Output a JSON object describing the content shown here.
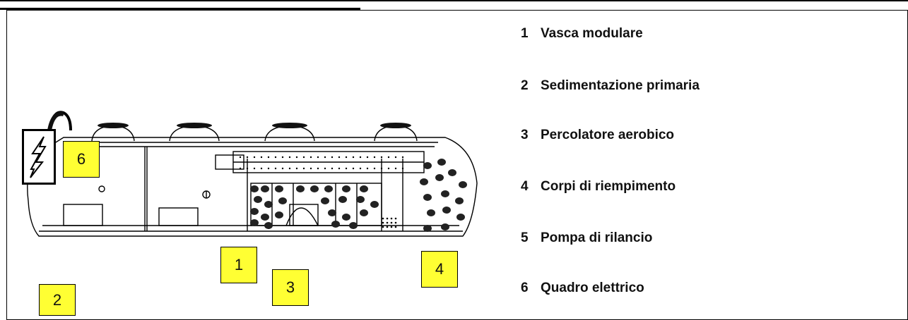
{
  "legend": [
    {
      "number": "1",
      "label": "Vasca modulare"
    },
    {
      "number": "2",
      "label": "Sedimentazione primaria"
    },
    {
      "number": "3",
      "label": "Percolatore aerobico"
    },
    {
      "number": "4",
      "label": "Corpi di riempimento"
    },
    {
      "number": "5",
      "label": "Pompa di rilancio"
    },
    {
      "number": "6",
      "label": "Quadro elettrico"
    }
  ],
  "callouts": {
    "c1": "1",
    "c2": "2",
    "c3": "3",
    "c4": "4",
    "c6": "6"
  },
  "colors": {
    "callout_fill": "#ffff33",
    "line": "#000000"
  },
  "icons": {
    "electrical_panel": "lightning-bolt-icon"
  }
}
